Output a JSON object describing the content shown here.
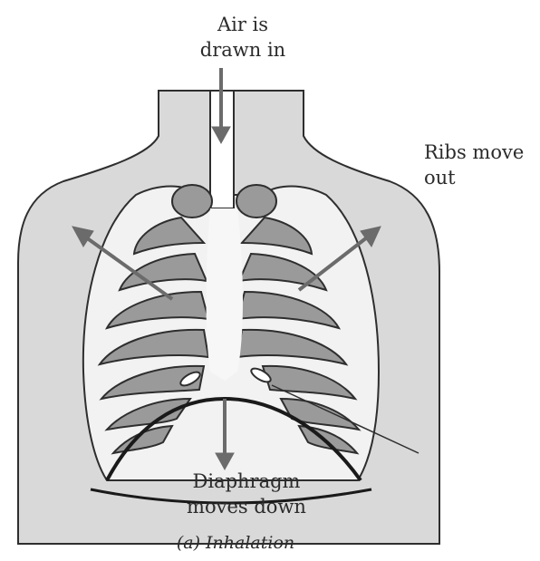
{
  "labels": {
    "air_line1": "Air is",
    "air_line2": "drawn in",
    "ribs_line1": "Ribs move",
    "ribs_line2": "out",
    "diaphragm_line1": "Diaphragm",
    "diaphragm_line2": "moves down",
    "caption": "(a) Inhalation"
  },
  "colors": {
    "torso_fill": "#d9d9d9",
    "rib_fill": "#9a9a9a",
    "outline": "#2e2e2e",
    "chest_cavity": "#f2f2f2",
    "arrow": "#6b6b6b"
  }
}
